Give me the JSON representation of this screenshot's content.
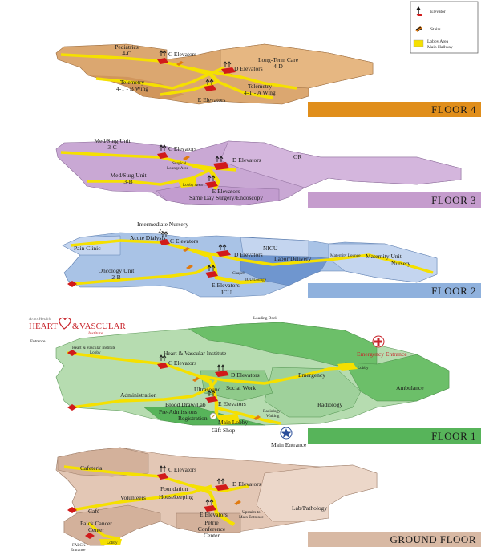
{
  "legend": {
    "elevator": "Elevator",
    "stairs": "Stairs",
    "lobby": "Lobby Area",
    "hallway": "Main Hallway"
  },
  "floors": {
    "floor4": {
      "name": "FLOOR 4",
      "labels": {
        "pediatrics": "Pediatrics",
        "pediatrics_code": "4-C",
        "c_elev": "C Elevators",
        "d_elev": "D Elevators",
        "ltc": "Long-Term Care",
        "ltc_code": "4-D",
        "tele_b": "Telemetry",
        "tele_b_code": "4-T - B Wing",
        "tele_a": "Telemetry",
        "tele_a_code": "4-T - A Wing",
        "e_elev": "E Elevators"
      }
    },
    "floor3": {
      "name": "FLOOR 3",
      "labels": {
        "medsurg_c": "Med/Surg Unit",
        "medsurg_c_code": "3-C",
        "c_elev": "C Elevators",
        "d_elev": "D Elevators",
        "or": "OR",
        "surgical_lounge": "Surgical",
        "surgical_lounge2": "Lounge Area",
        "medsurg_b": "Med/Surg Unit",
        "medsurg_b_code": "3-B",
        "lobby_area": "Lobby Area",
        "e_elev": "E Elevators",
        "same_day": "Same Day Surgery/Endoscopy"
      }
    },
    "floor2": {
      "name": "FLOOR 2",
      "labels": {
        "int_nursery": "Intermediate Nursery",
        "int_nursery_code": "2-C",
        "acute_dialysis": "Acute Dialysis",
        "c_elev": "C Elevators",
        "pain_clinic": "Pain Clinic",
        "nicu": "NICU",
        "d_elev": "D Elevators",
        "labor": "Labor/Delivery",
        "maternity_lounge": "Maternity Lounge",
        "maternity_unit": "Maternity Unit",
        "nursery": "Nursery",
        "oncology": "Oncology Unit",
        "oncology_code": "2-B",
        "chapel": "Chapel",
        "icu_lounge": "ICU Lounge",
        "e_elev": "E Elevators",
        "icu": "ICU"
      }
    },
    "floor1": {
      "name": "FLOOR 1",
      "labels": {
        "loading_dock": "Loading Dock",
        "logo_small": "ArnotHealth",
        "logo_heart": "HEART",
        "logo_amp": "&",
        "logo_vascular": "VASCULAR",
        "logo_institute": "Institute",
        "entrance": "Entrance",
        "hv_lobby": "Heart & Vascular Institute",
        "hv_lobby2": "Lobby",
        "hvi": "Heart & Vascular Institute",
        "emergency_entrance": "Emergency Entrance",
        "c_elev": "C Elevators",
        "lobby": "Lobby",
        "d_elev": "D Elevators",
        "emergency": "Emergency",
        "ultrasound": "Ultrasound",
        "social_work": "Social Work",
        "ambulance": "Ambulance",
        "administration": "Administration",
        "blood_draw": "Blood Draw/Lab",
        "e_elev": "E Elevators",
        "radiology": "Radiology",
        "preadmissions": "Pre-Admissions",
        "registration": "Registration",
        "radiology_waiting": "Radiology",
        "radiology_waiting2": "Waiting",
        "main_lobby": "Main Lobby",
        "gift_shop": "Gift Shop",
        "main_entrance": "Main Entrance"
      }
    },
    "ground": {
      "name": "GROUND FLOOR",
      "labels": {
        "cafeteria": "Cafeteria",
        "c_elev": "C Elevators",
        "d_elev": "D Elevators",
        "foundation": "Foundation",
        "volunteers": "Volunteers",
        "housekeeping": "Housekeeping",
        "cafe": "Café",
        "lab_path": "Lab/Pathology",
        "e_elev": "E Elevators",
        "upstairs": "Upstairs to",
        "upstairs2": "Main Entrance",
        "falck": "Falck Cancer",
        "falck2": "Center",
        "petrie": "Petrie",
        "petrie2": "Conference",
        "petrie3": "Center",
        "lobby": "Lobby",
        "falck_entrance": "FALCK",
        "falck_entrance2": "Entrance"
      }
    }
  },
  "colors": {
    "floor4_band": "#e08e1b",
    "floor3_band": "#c59ccd",
    "floor2_band": "#8fb1dd",
    "floor1_band": "#57b45a",
    "ground_band": "#d8b9a4",
    "hallway": "#f5e000",
    "elevator": "#d11a1a",
    "heart_red": "#c8242b"
  }
}
